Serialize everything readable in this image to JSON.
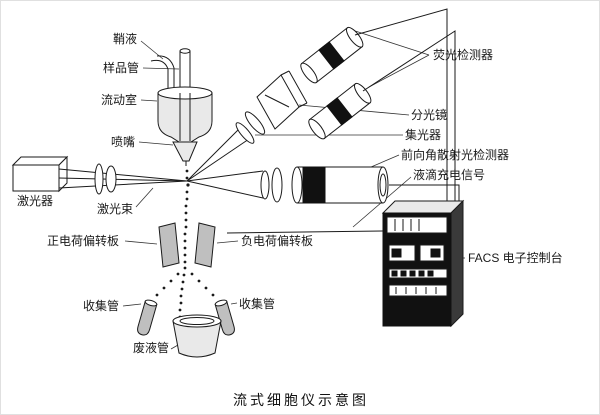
{
  "title": "流式细胞仪示意图",
  "colors": {
    "ink": "#1a1a1a",
    "shade": "#bfbfbf",
    "panel": "#111111"
  },
  "labels": {
    "sheath_fluid": "鞘液",
    "sample_tube": "样品管",
    "flow_chamber": "流动室",
    "nozzle": "喷嘴",
    "laser": "激光器",
    "laser_beam": "激光束",
    "positive_plate": "正电荷偏转板",
    "negative_plate": "负电荷偏转板",
    "collection_tube_left": "收集管",
    "collection_tube_right": "收集管",
    "waste_tube": "废液管",
    "fluorescence_detector": "荧光检测器",
    "beam_splitter": "分光镜",
    "light_collector": "集光器",
    "forward_scatter_detector": "前向角散射光检测器",
    "droplet_charge_signal": "液滴充电信号",
    "facs_console": "FACS 电子控制台"
  }
}
